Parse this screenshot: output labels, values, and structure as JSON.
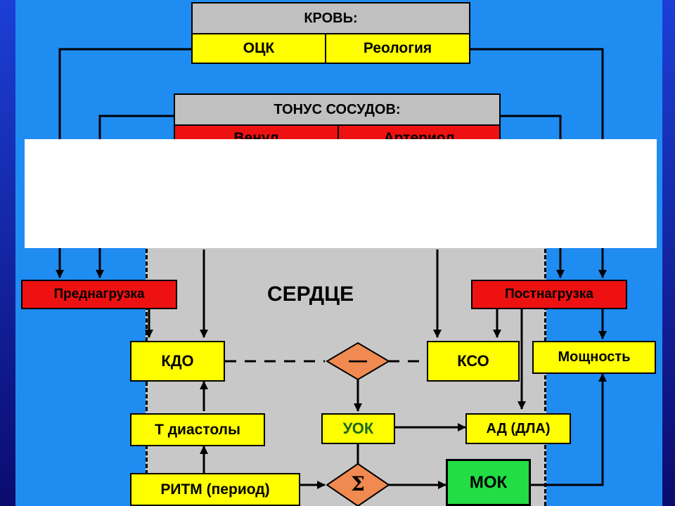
{
  "blood": {
    "title": "КРОВЬ:",
    "left": "ОЦК",
    "right": "Реология"
  },
  "tone": {
    "title": "ТОНУС СОСУДОВ:",
    "left": "Венул",
    "right": "Артериол"
  },
  "heart_label": "СЕРДЦЕ",
  "nodes": {
    "preload": "Преднагрузка",
    "afterload": "Постнагрузка",
    "edv": "КДО",
    "esv": "КСО",
    "power": "Мощность",
    "diastole_time": "Т диастолы",
    "sv": "УОК",
    "bp": "АД (ДЛА)",
    "rhythm": "РИТМ (период)",
    "co": "МОК"
  },
  "operators": {
    "minus": "—",
    "sum": "Σ"
  },
  "colors": {
    "background": "#1f8cf2",
    "heart_zone": "#c8c8c8",
    "yellow": "#ffff00",
    "red": "#ee1111",
    "gray": "#c0c0c0",
    "green": "#22dd44",
    "operator": "#f08a50"
  }
}
